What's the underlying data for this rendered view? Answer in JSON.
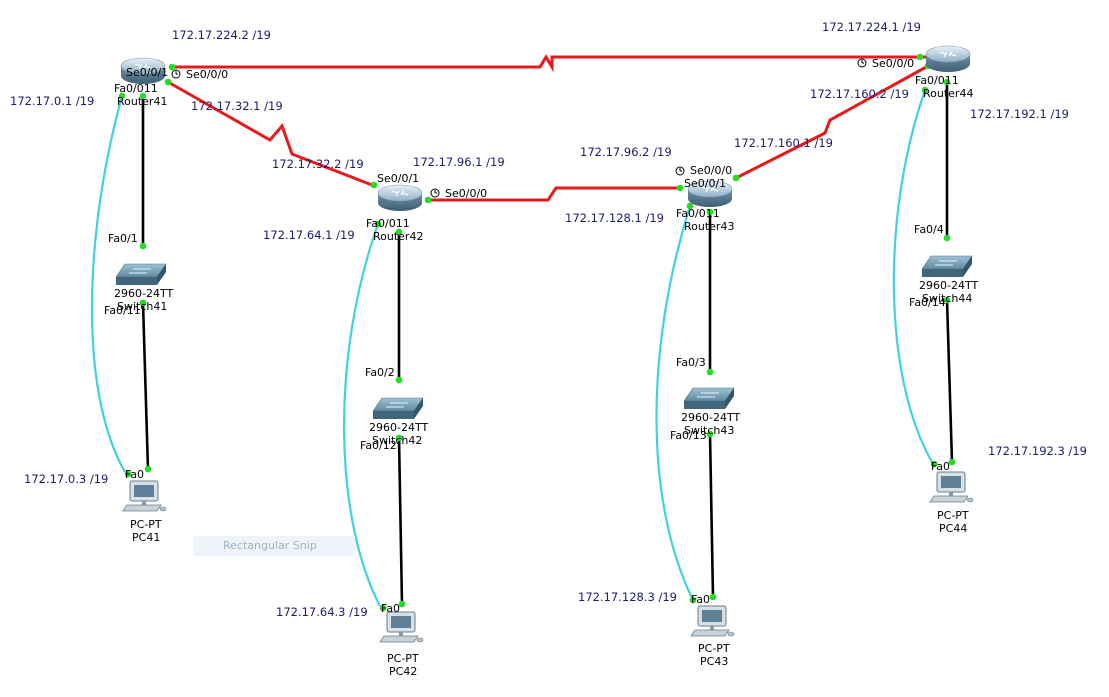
{
  "colors": {
    "serial_link": "#e8191b",
    "copper_link": "#000000",
    "cross_link": "#3fd2e0",
    "port_dot": "#22dd22",
    "label_text": "#1a1a6e"
  },
  "devices": {
    "router41": {
      "name": "Router41",
      "icon": "router-icon"
    },
    "router42": {
      "name": "Router42",
      "icon": "router-icon"
    },
    "router43": {
      "name": "Router43",
      "icon": "router-icon"
    },
    "router44": {
      "name": "Router44",
      "icon": "router-icon"
    },
    "switch41": {
      "model": "2960-24TT",
      "name": "Switch41",
      "icon": "switch-icon"
    },
    "switch42": {
      "model": "2960-24TT",
      "name": "Switch42",
      "icon": "switch-icon"
    },
    "switch43": {
      "model": "2960-24TT",
      "name": "Switch43",
      "icon": "switch-icon"
    },
    "switch44": {
      "model": "2960-24TT",
      "name": "Switch44",
      "icon": "switch-icon"
    },
    "pc41": {
      "model": "PC-PT",
      "name": "PC41",
      "icon": "pc-icon"
    },
    "pc42": {
      "model": "PC-PT",
      "name": "PC42",
      "icon": "pc-icon"
    },
    "pc43": {
      "model": "PC-PT",
      "name": "PC43",
      "icon": "pc-icon"
    },
    "pc44": {
      "model": "PC-PT",
      "name": "PC44",
      "icon": "pc-icon"
    }
  },
  "ip_labels": {
    "r41_r44": "172.17.224.2 /19",
    "r44_r41": "172.17.224.1 /19",
    "r41_lan": "172.17.0.1 /19",
    "r41_r42": "172.17.32.1 /19",
    "r42_r41": "172.17.32.2 /19",
    "r42_r43": "172.17.96.1 /19",
    "r43_r42": "172.17.96.2 /19",
    "r43_r44": "172.17.160.1 /19",
    "r44_r43": "172.17.160.2 /19",
    "r44_lan": "172.17.192.1 /19",
    "r42_lan": "172.17.64.1 /19",
    "r43_lan": "172.17.128.1 /19",
    "pc41_ip": "172.17.0.3 /19",
    "pc42_ip": "172.17.64.3 /19",
    "pc43_ip": "172.17.128.3 /19",
    "pc44_ip": "172.17.192.3 /19"
  },
  "ports": {
    "r41_se001": "Se0/0/1",
    "r41_se000": "Se0/0/0",
    "r41_fa0011": "Fa0/0",
    "r41_fa0011b": "11",
    "sw41_fa01": "Fa0/1",
    "sw41_fa011": "Fa0/11",
    "pc41_fa0": "Fa0",
    "r42_se001": "Se0/0/1",
    "r42_se000": "Se0/0/0",
    "r42_fa0011": "Fa0/0",
    "r42_fa0011b": "11",
    "sw42_fa02": "Fa0/2",
    "sw42_fa012": "Fa0/12",
    "pc42_fa0": "Fa0",
    "r43_se000": "Se0/0/0",
    "r43_se001": "Se0/0/1",
    "r43_fa0011": "Fa0/0",
    "r43_fa0011b": "11",
    "sw43_fa03": "Fa0/3",
    "sw43_fa013": "Fa0/13",
    "pc43_fa0": "Fa0",
    "r44_se000": "Se0/0/0",
    "r44_fa0011": "Fa0/0",
    "r44_fa0011b": "11",
    "sw44_fa04": "Fa0/4",
    "sw44_fa014": "Fa0/14",
    "pc44_fa0": "Fa0"
  },
  "overlay": {
    "snip_tooltip": "Rectangular Snip"
  }
}
